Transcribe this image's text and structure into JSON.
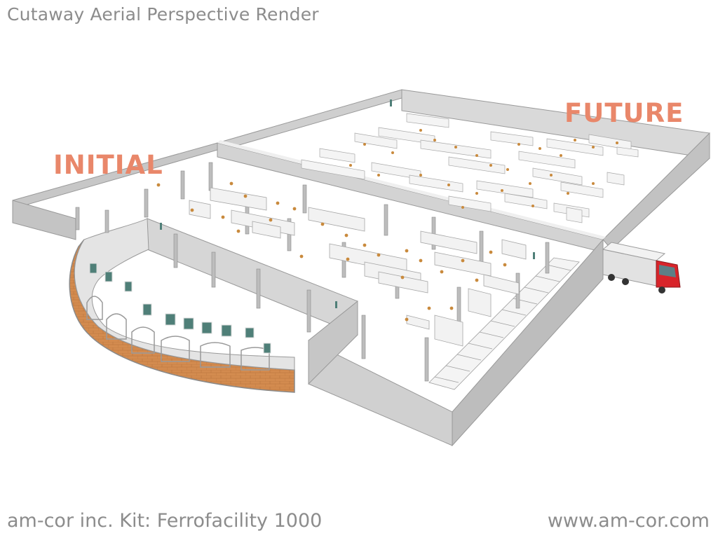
{
  "header": {
    "title": "Cutaway Aerial Perspective Render"
  },
  "labels": {
    "initial": "INITIAL",
    "future": "FUTURE"
  },
  "footer": {
    "kit": "am-cor inc. Kit: Ferrofacility 1000",
    "website": "www.am-cor.com"
  },
  "colors": {
    "wall": "#c9c9c9",
    "wall_dark": "#a8a8a8",
    "wall_top": "#ededed",
    "floor": "#ffffff",
    "label": "#e9876a",
    "brick": "#d38b4f",
    "truck_cab": "#d8242a",
    "worker": "#c98a3d",
    "text": "#8c8c8c"
  }
}
